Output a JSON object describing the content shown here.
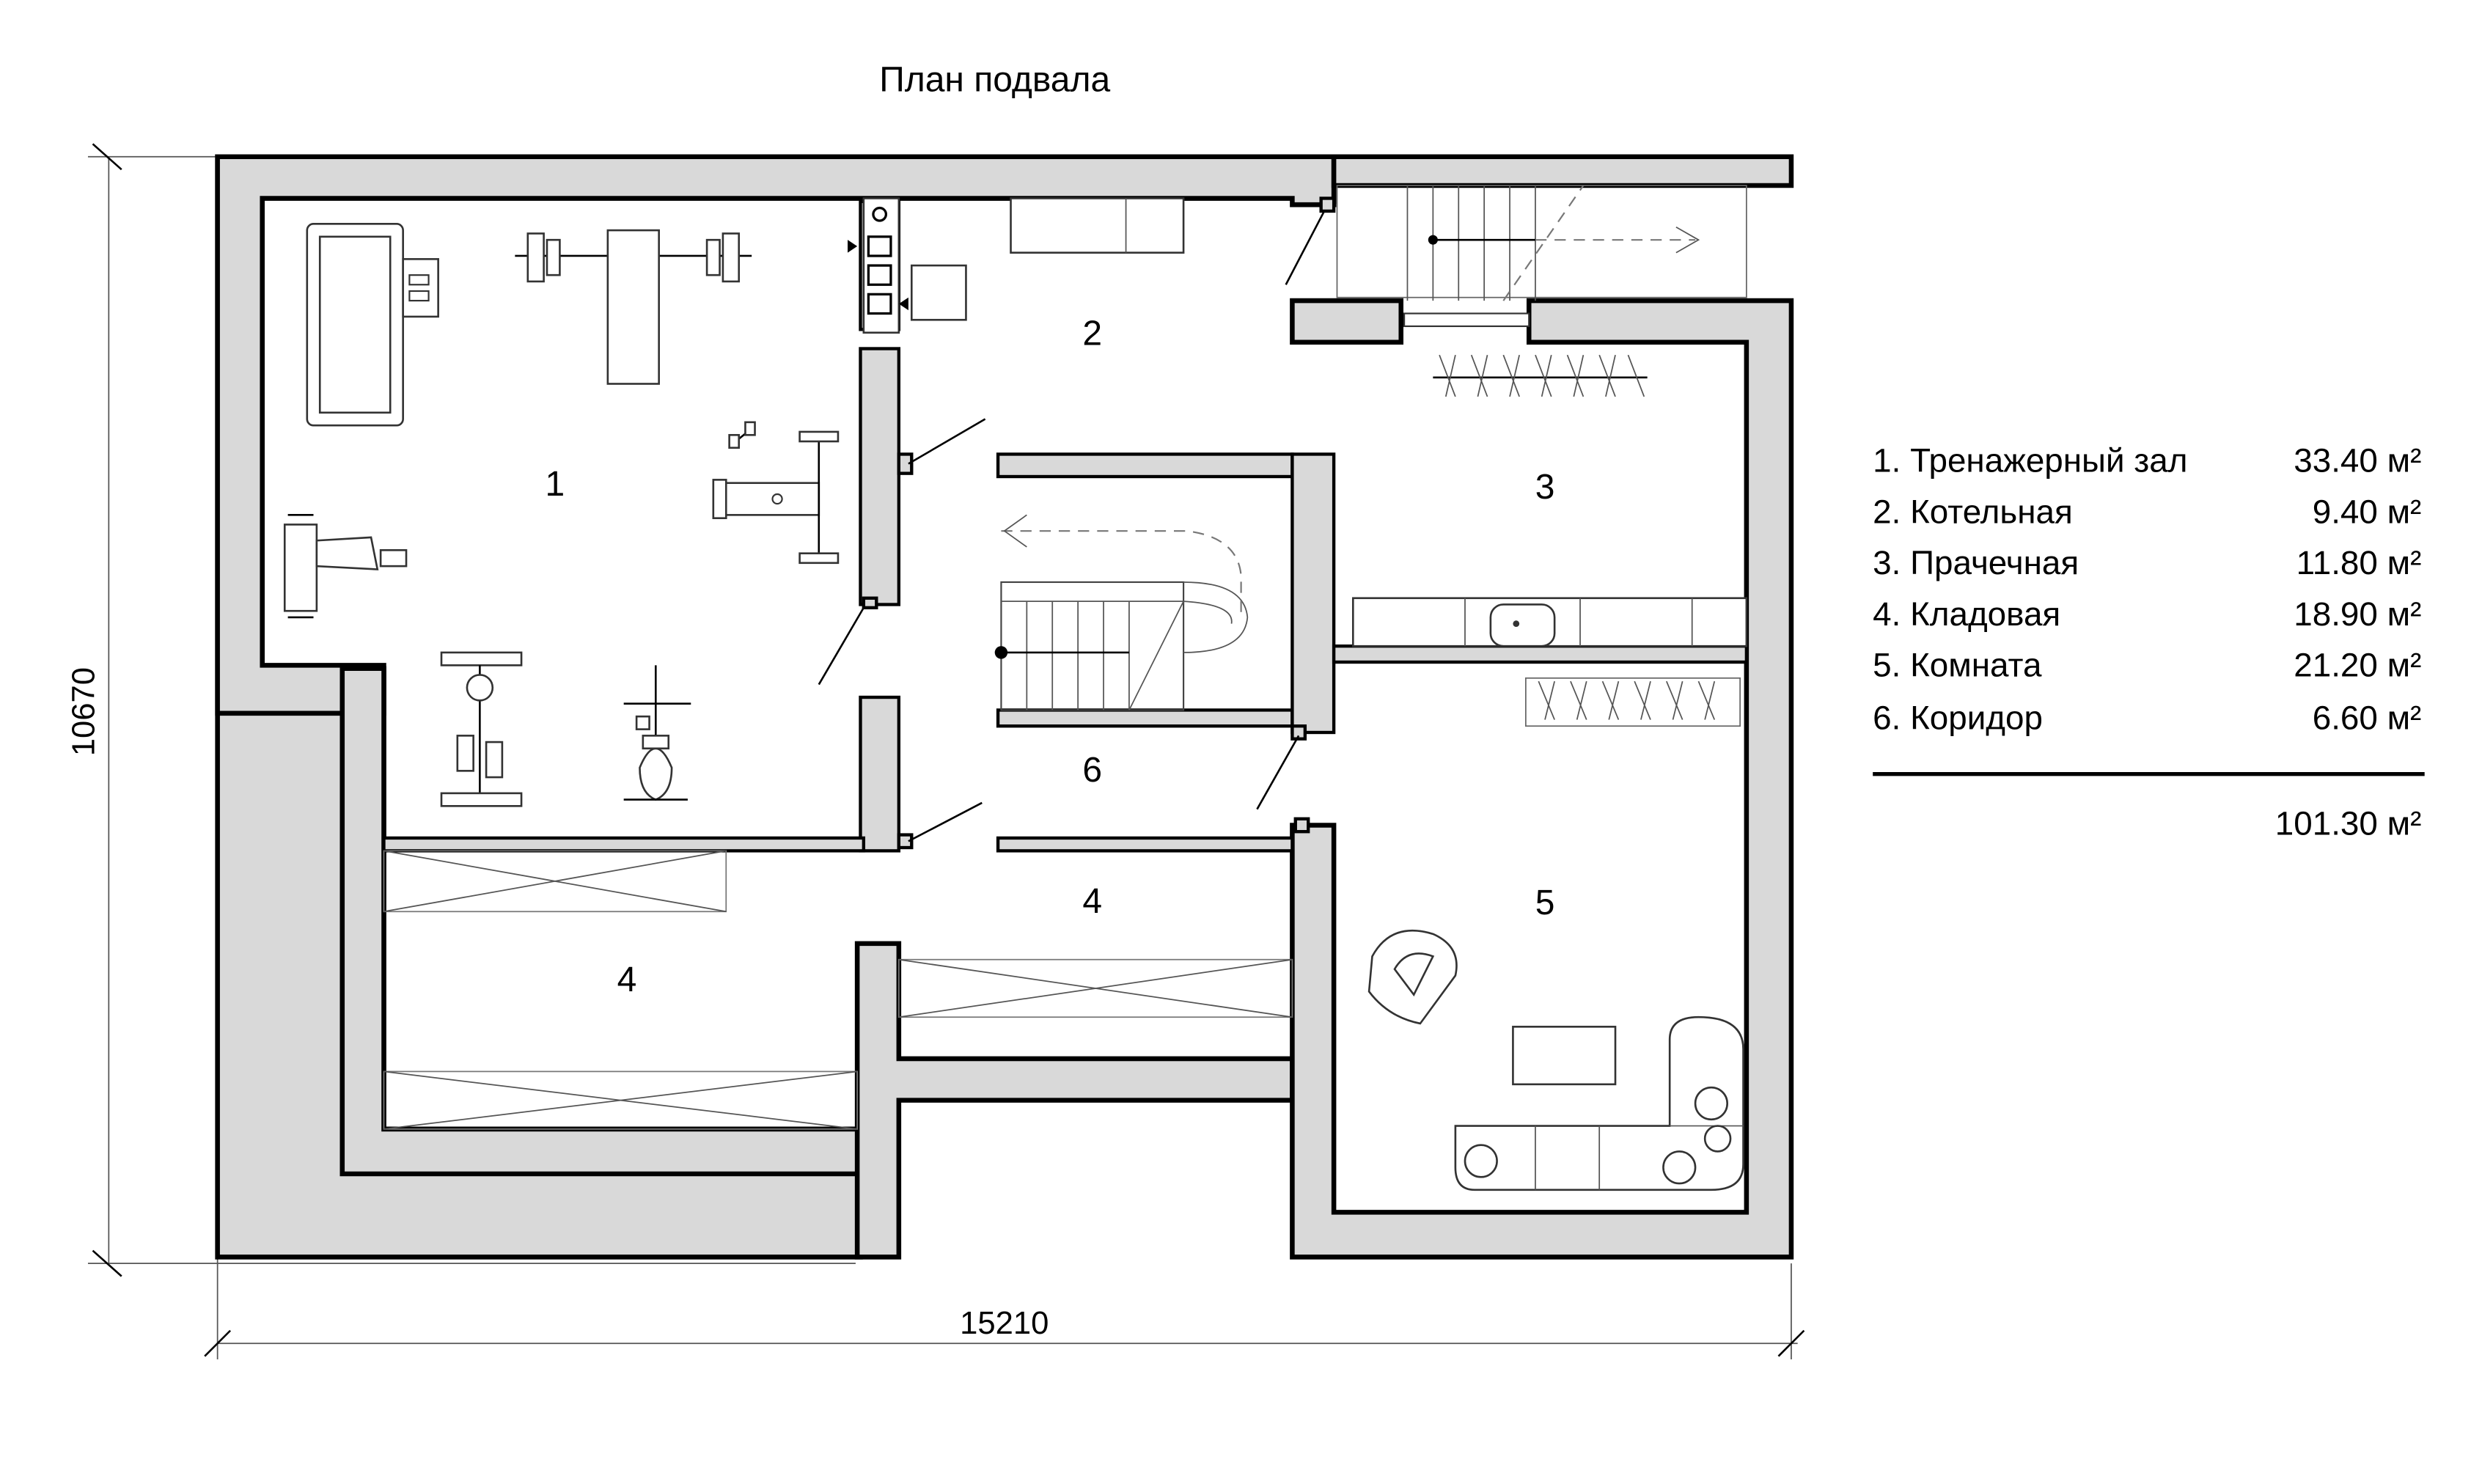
{
  "title": "План подвала",
  "dimensions": {
    "width_label": "15210",
    "height_label": "10670"
  },
  "rooms": [
    {
      "number": "1"
    },
    {
      "number": "2"
    },
    {
      "number": "3"
    },
    {
      "number": "4"
    },
    {
      "number": "4"
    },
    {
      "number": "5"
    },
    {
      "number": "6"
    }
  ],
  "legend": {
    "items": [
      {
        "name": "1. Тренажерный зал",
        "area": "33.40 м²"
      },
      {
        "name": "2. Котельная",
        "area": "9.40 м²"
      },
      {
        "name": "3. Прачечная",
        "area": "11.80 м²"
      },
      {
        "name": "4. Кладовая",
        "area": "18.90 м²"
      },
      {
        "name": "5. Комната",
        "area": "21.20 м²"
      },
      {
        "name": "6. Коридор",
        "area": "6.60 м²"
      }
    ],
    "total": "101.30 м²"
  }
}
